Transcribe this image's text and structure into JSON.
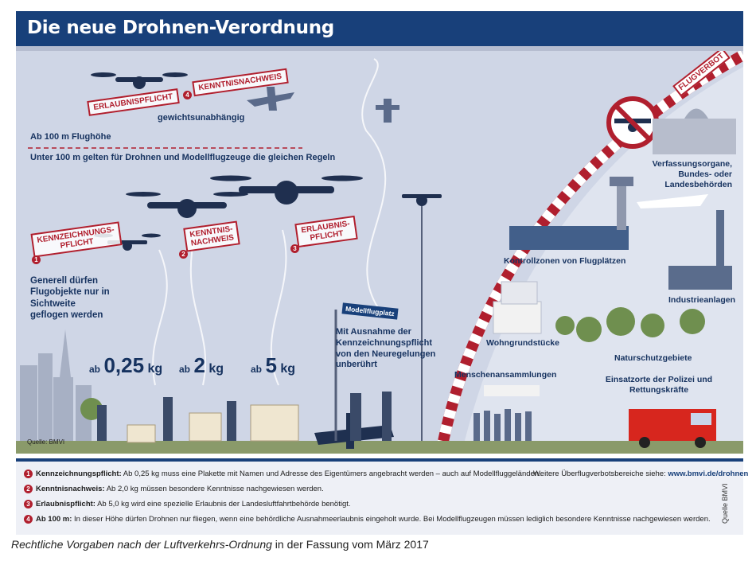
{
  "title": "Die neue Drohnen-Verordnung",
  "top_labels": {
    "erlaubnispflicht_stamp": "ERLAUBNISPFLICHT",
    "kenntnisnachweis_stamp": "KENNTNISNACHWEIS",
    "stamp_number": "4",
    "gewichtsunabhaengig": "gewichtsunabhängig",
    "ab_100m": "Ab 100 m Flughöhe",
    "unter_100m": "Unter 100 m gelten für Drohnen und Modellflugzeuge die gleichen Regeln"
  },
  "stamps": [
    {
      "number": "1",
      "line1": "KENNZEICHNUNGS-",
      "line2": "PFLICHT"
    },
    {
      "number": "2",
      "line1": "KENNTNIS-",
      "line2": "NACHWEIS"
    },
    {
      "number": "3",
      "line1": "ERLAUBNIS-",
      "line2": "PFLICHT"
    }
  ],
  "generally_text": "Generell dürfen Flugobjekte nur in Sichtweite geflogen werden",
  "weights": [
    {
      "prefix": "ab",
      "value": "0,25",
      "unit": "kg"
    },
    {
      "prefix": "ab",
      "value": "2",
      "unit": "kg"
    },
    {
      "prefix": "ab",
      "value": "5",
      "unit": "kg"
    }
  ],
  "modellflugplatz": "Modellflugplatz",
  "exception_text": "Mit Ausnahme der Kennzeichnungspflicht von den Neuregelungen unberührt",
  "flugverbot": "FLUGVERBOT",
  "zones": [
    "Verfassungsorgane, Bundes- oder Landesbehörden",
    "Kontrollzonen von Flugplätzen",
    "Industrieanlagen",
    "Wohngrundstücke",
    "Naturschutzgebiete",
    "Menschenansammlungen",
    "Einsatzorte der Polizei und Rettungskräfte"
  ],
  "source_scene": "Quelle: BMVI",
  "legend": [
    {
      "number": "1",
      "term": "Kennzeichnungspflicht:",
      "text": " Ab 0,25 kg muss eine Plakette mit Namen und Adresse des Eigentümers angebracht werden – auch auf Modellfluggeländen."
    },
    {
      "number": "2",
      "term": "Kenntnisnachweis:",
      "text": " Ab 2,0 kg müssen besondere Kenntnisse nachgewiesen werden."
    },
    {
      "number": "3",
      "term": "Erlaubnispflicht:",
      "text": " Ab 5,0 kg wird eine spezielle Erlaubnis der Landesluftfahrtbehörde benötigt."
    },
    {
      "number": "4",
      "term": "Ab 100 m:",
      "text": " In dieser Höhe dürfen Drohnen nur fliegen, wenn eine behördliche Ausnahmeerlaubnis eingeholt wurde. Bei Modellflugzeugen müssen lediglich besondere Kenntnisse nachgewiesen werden."
    }
  ],
  "further_zones_label": "Weitere Überflugverbotsbereiche siehe:",
  "further_zones_link": "www.bmvi.de/drohnen",
  "side_source": "Quelle BMVI",
  "caption_italic": "Rechtliche Vorgaben nach der Luftverkehrs-Ordnung",
  "caption_plain": "in der Fassung vom März 2017",
  "colors": {
    "navy": "#18407a",
    "red": "#b01f2e",
    "sky": "#cfd6e6"
  }
}
